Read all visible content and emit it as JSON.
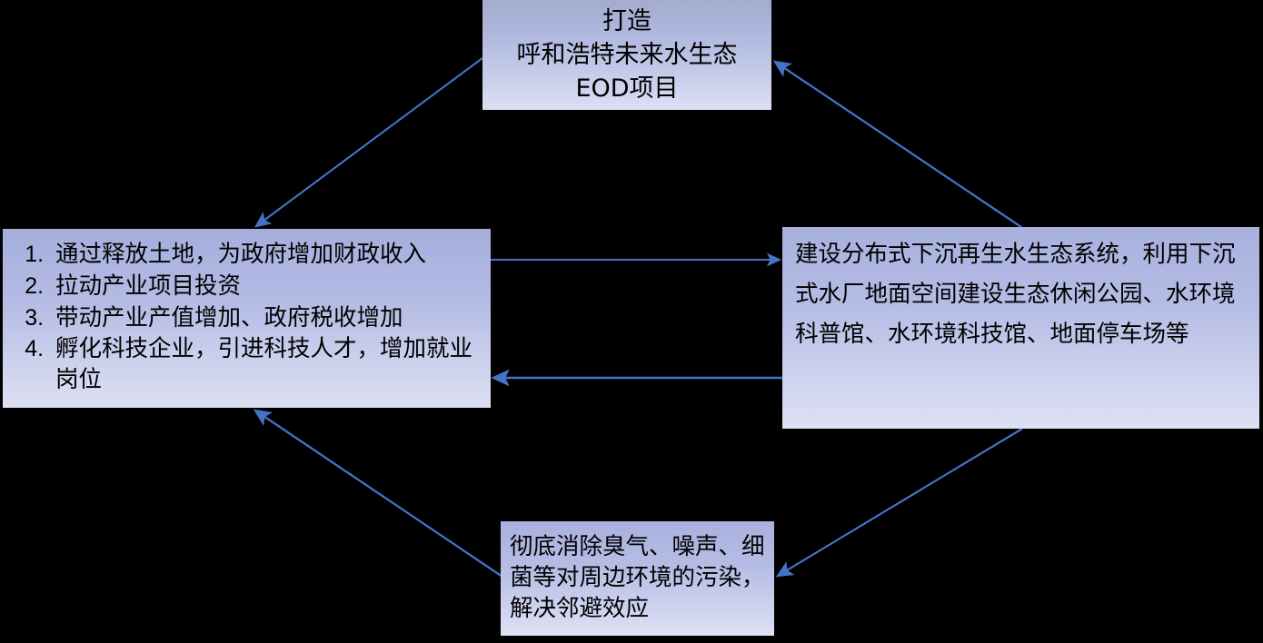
{
  "diagram": {
    "title_node": {
      "name": "project-goal",
      "lines": [
        "打造",
        "呼和浩特未来水生态",
        "EOD项目"
      ]
    },
    "left_node": {
      "name": "economic-benefits",
      "items": [
        "通过释放土地，为政府增加财政收入",
        "拉动产业项目投资",
        "带动产业产值增加、政府税收增加",
        "孵化科技企业，引进科技人才，增加就业岗位"
      ]
    },
    "right_node": {
      "name": "construction-content",
      "text": "建设分布式下沉再生水生态系统，利用下沉式水厂地面空间建设生态休闲公园、水环境科普馆、水环境科技馆、地面停车场等"
    },
    "bottom_node": {
      "name": "environmental-benefits",
      "text": "彻底消除臭气、噪声、细菌等对周边环境的污染，解决邻避效应"
    },
    "connectors": [
      {
        "name": "goal-to-economic",
        "from": "project-goal",
        "to": "economic-benefits",
        "direction": "down-left"
      },
      {
        "name": "construction-to-goal",
        "from": "construction-content",
        "to": "project-goal",
        "direction": "up-left"
      },
      {
        "name": "economic-to-construction",
        "from": "economic-benefits",
        "to": "construction-content",
        "direction": "right"
      },
      {
        "name": "construction-to-economic",
        "from": "construction-content",
        "to": "economic-benefits",
        "direction": "left"
      },
      {
        "name": "environment-to-economic",
        "from": "environmental-benefits",
        "to": "economic-benefits",
        "direction": "up-left"
      },
      {
        "name": "construction-to-environment",
        "from": "construction-content",
        "to": "environmental-benefits",
        "direction": "down-left"
      }
    ],
    "colors": {
      "background": "#000000",
      "box_gradient_top": "#a6afdd",
      "box_gradient_bottom": "#dfe2f4",
      "arrow": "#4472c4",
      "text": "#000000"
    }
  }
}
